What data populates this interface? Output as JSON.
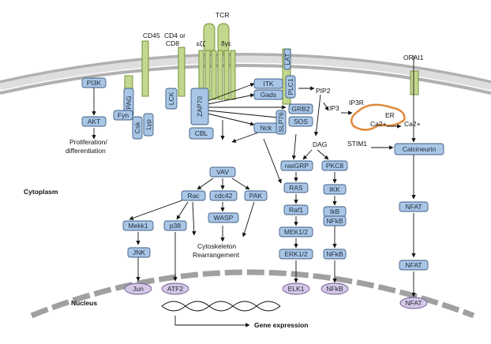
{
  "labels": {
    "tcr": "TCR",
    "cd45": "CD45",
    "cd4": "CD4 or",
    "cd8": "CD8",
    "chains_left": "εζζ",
    "chains_right": "δγε",
    "orai1": "ORAI1",
    "pip2": "PIP2",
    "ip3": "IP3",
    "ip3r": "IP3R",
    "er": "ER",
    "ca_er": "Ca2+",
    "ca_cyto": "Ca2+",
    "stim1": "STIM1",
    "dag": "DAG",
    "proliferation_1": "Proliferation/",
    "proliferation_2": "differentiation",
    "cytoplasm": "Cytoplasm",
    "nucleus": "Nucleus",
    "cyto_1": "Cytoskeleton",
    "cyto_2": "Rearrangement",
    "gene_expression": "Gene expression"
  },
  "nodes": [
    "PI3K",
    "AKT",
    "PAG",
    "Csk",
    "Fyn",
    "Lyp",
    "LCK",
    "ZAP70",
    "CBL",
    "ITK",
    "Gads",
    "PLC1",
    "LAT",
    "GRB2",
    "SOS",
    "Nck",
    "SLP76",
    "VAV",
    "Rac",
    "cdc42",
    "PAK",
    "WASP",
    "Mekk1",
    "p38",
    "JNK",
    "rasGRP",
    "PKC8",
    "RAS",
    "IKK",
    "Raf1",
    "IkB",
    "NFkB",
    "MEK1/2",
    "ERK1/2",
    "Calcineurin",
    "NFAT"
  ],
  "nuclear": [
    "Jun",
    "ATF2",
    "ELK1",
    "NFkB",
    "NFAT"
  ]
}
